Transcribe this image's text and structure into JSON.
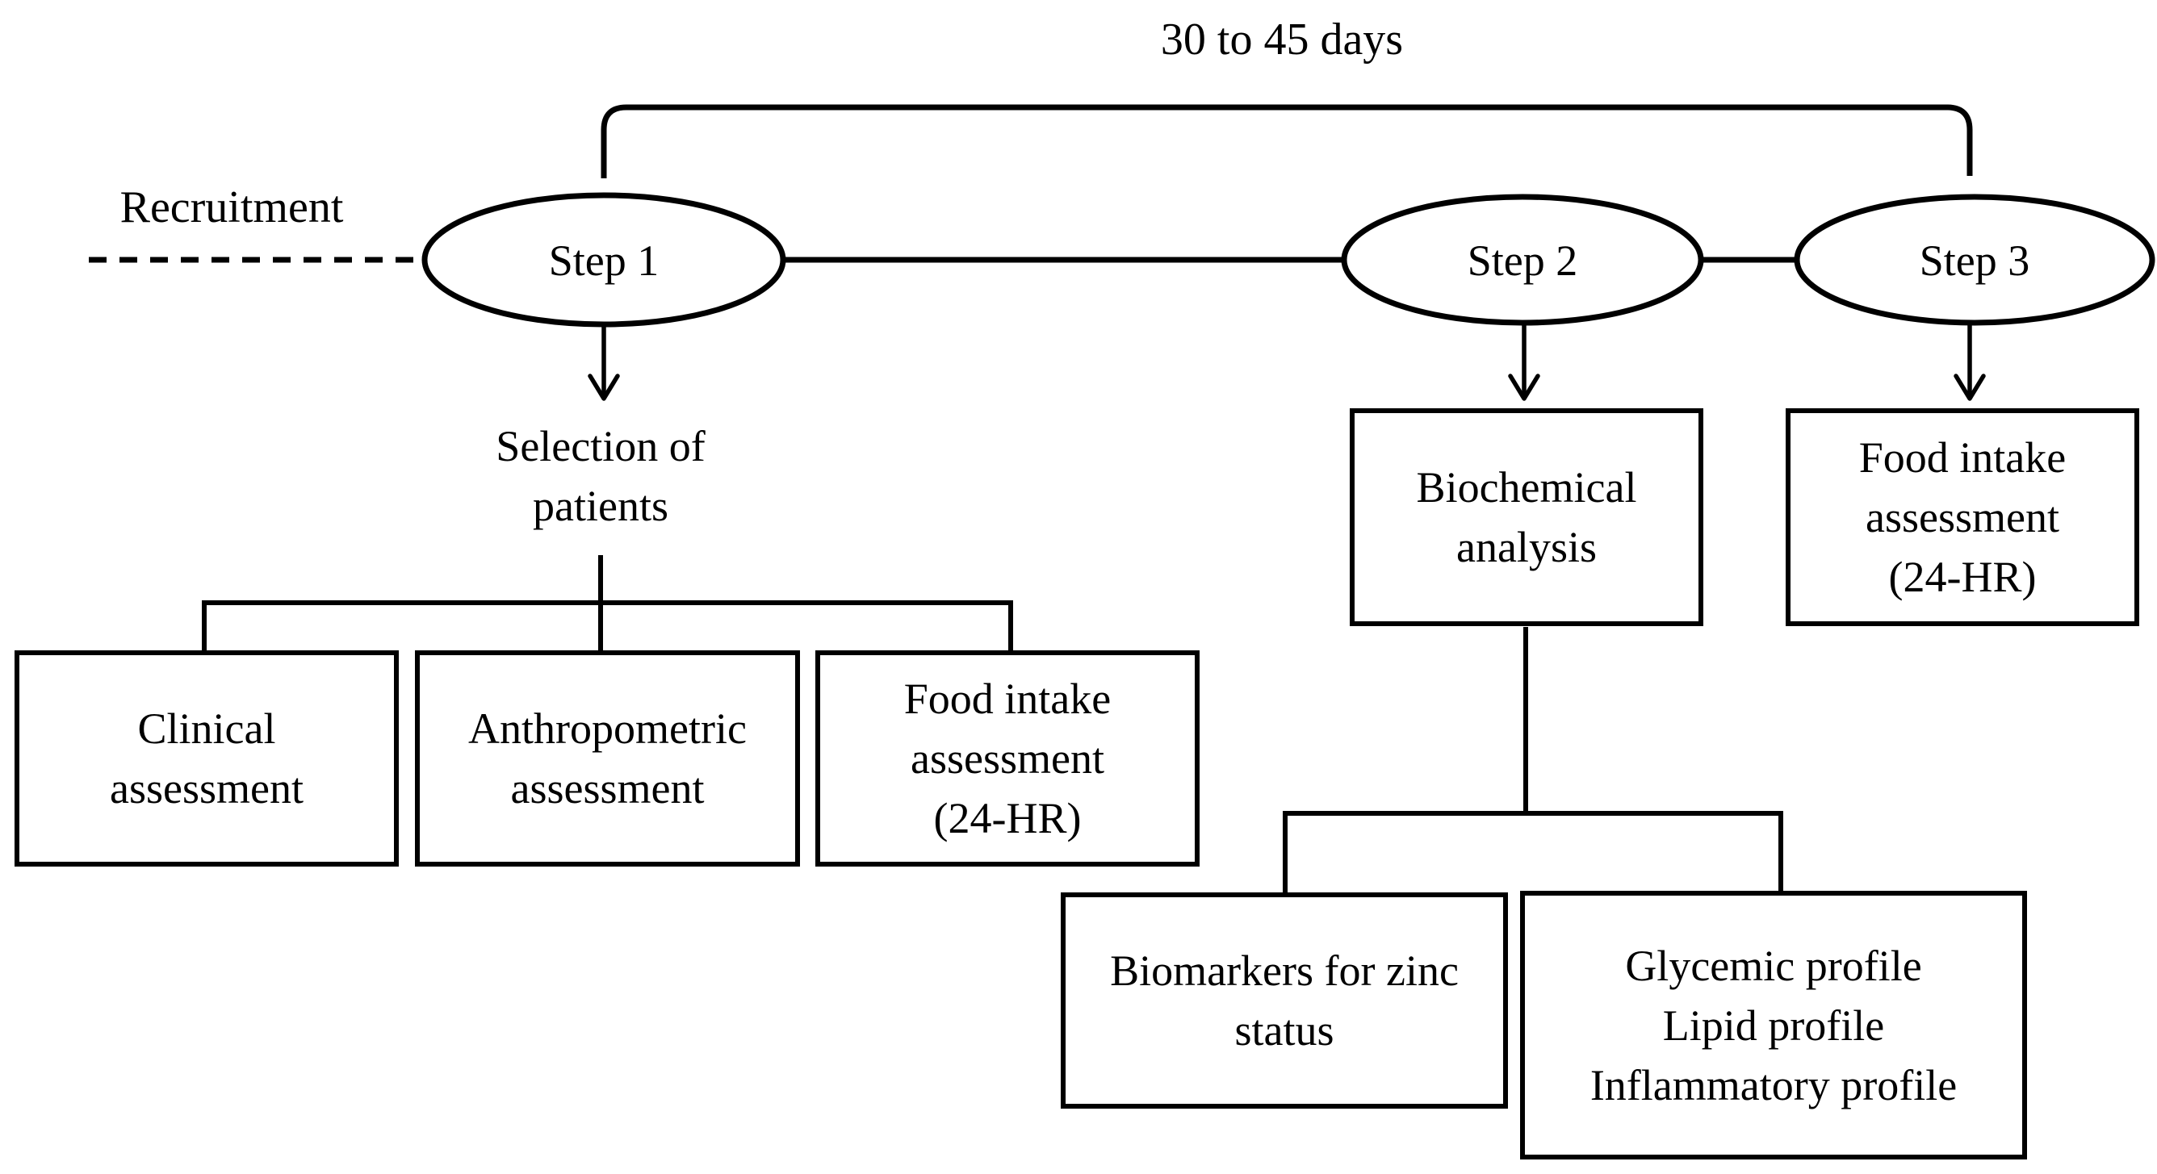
{
  "figure": {
    "ink": "#000000",
    "paper": "#ffffff",
    "description": "Study design flowchart with three steps over 30 to 45 days"
  },
  "timeline": {
    "duration_label": "30 to 45 days",
    "recruitment_label": "Recruitment"
  },
  "steps": {
    "step1": {
      "label": "Step 1"
    },
    "step2": {
      "label": "Step 2"
    },
    "step3": {
      "label": "Step 3"
    }
  },
  "nodes": {
    "selection_of_patients": "Selection of\npatients",
    "clinical_assessment": "Clinical\nassessment",
    "anthropometric_assessment": "Anthropometric\nassessment",
    "food_intake_step1": "Food intake\nassessment\n(24-HR)",
    "biochemical_analysis": "Biochemical\nanalysis",
    "food_intake_step3": "Food intake\nassessment\n(24-HR)",
    "biomarkers_zinc": "Biomarkers for zinc\nstatus",
    "profiles": "Glycemic profile\nLipid profile\nInflammatory profile"
  }
}
